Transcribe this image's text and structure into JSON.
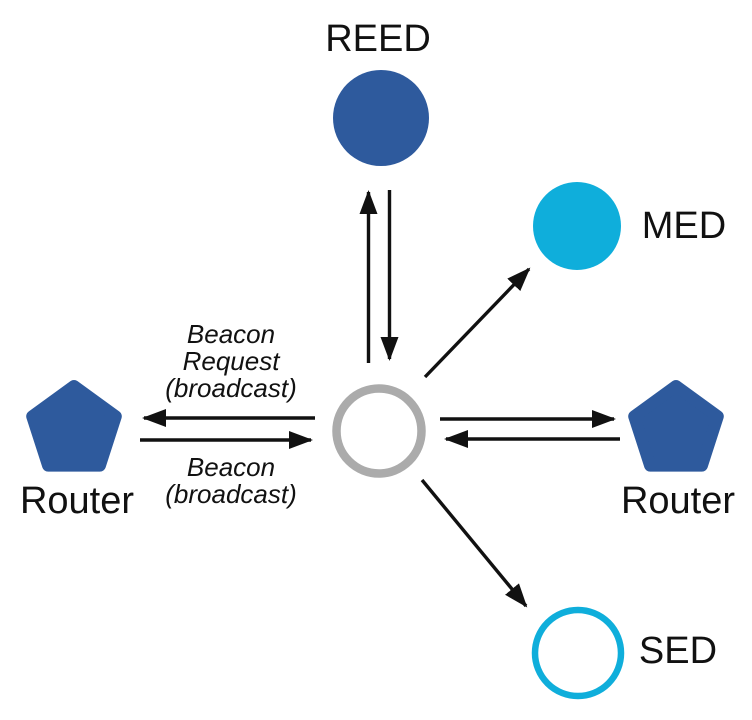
{
  "nodes": {
    "reed": {
      "label": "REED",
      "shape": "circle",
      "fill": "#2E5A9D"
    },
    "med": {
      "label": "MED",
      "shape": "circle",
      "fill": "#0FAEDB"
    },
    "router_left": {
      "label": "Router",
      "shape": "pentagon",
      "fill": "#2E5A9D"
    },
    "router_right": {
      "label": "Router",
      "shape": "pentagon",
      "fill": "#2E5A9D"
    },
    "sed": {
      "label": "SED",
      "shape": "circle",
      "fill": "#FFFFFF",
      "stroke": "#0FAEDB"
    },
    "center": {
      "label": "",
      "shape": "circle",
      "fill": "#FFFFFF",
      "stroke": "#ABABAB"
    }
  },
  "edge_labels": {
    "beacon_request": {
      "line1": "Beacon",
      "line2": "Request",
      "line3": "(broadcast)"
    },
    "beacon": {
      "line1": "Beacon",
      "line2": "(broadcast)"
    }
  },
  "colors": {
    "arrow": "#111111",
    "text": "#111111",
    "background": "#FFFFFF"
  }
}
